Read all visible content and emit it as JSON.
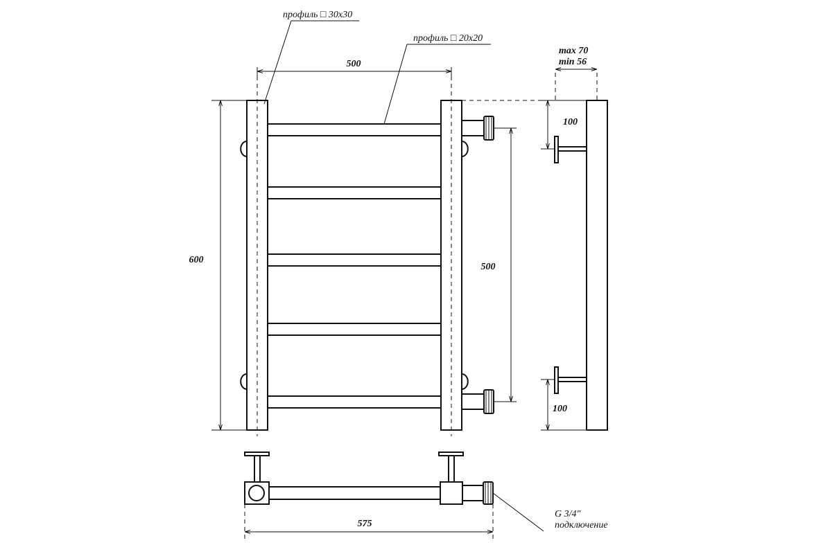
{
  "drawing": {
    "profile_post_label": "профиль □ 30х30",
    "profile_rung_label": "профиль □ 20х20",
    "width_dim": "500",
    "height_dim": "600",
    "axis_dim": "500",
    "depth_max": "max 70",
    "depth_min": "min 56",
    "offset_top": "100",
    "offset_bottom": "100",
    "total_width": "575",
    "connection_line1": "G 3/4\"",
    "connection_line2": "подключение"
  }
}
